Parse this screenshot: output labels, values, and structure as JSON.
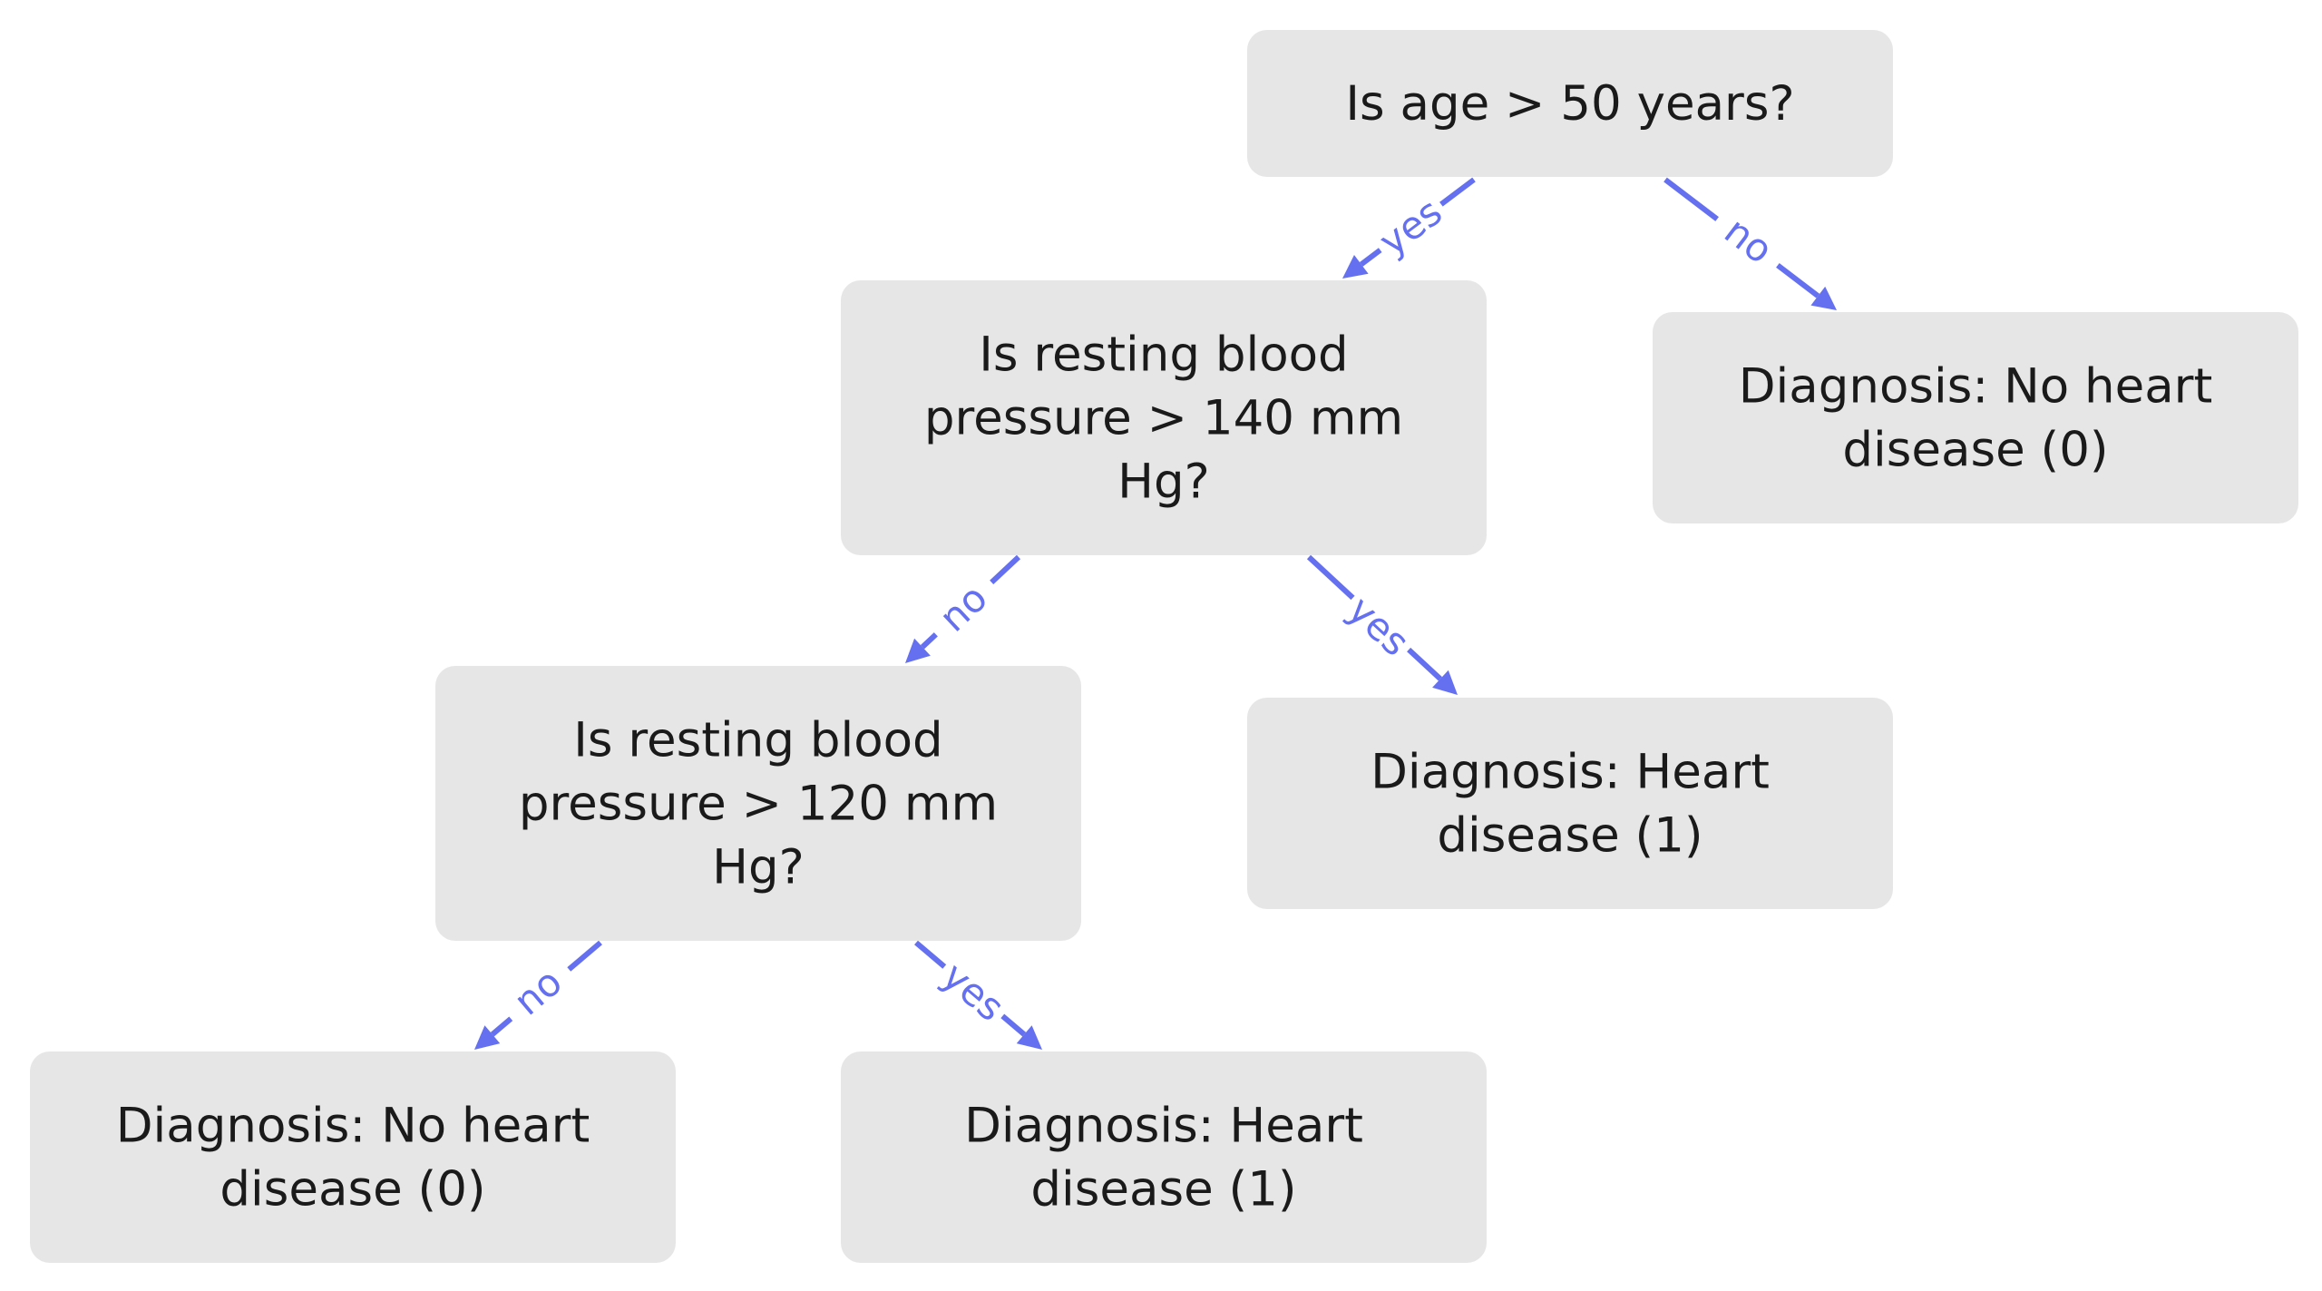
{
  "nodes": [
    {
      "id": "n1",
      "lines": [
        "Is age > 50 years?"
      ]
    },
    {
      "id": "n2",
      "lines": [
        "Is resting blood",
        "pressure > 140 mm",
        "Hg?"
      ]
    },
    {
      "id": "n3",
      "lines": [
        "Diagnosis: No heart",
        "disease (0)"
      ]
    },
    {
      "id": "n4",
      "lines": [
        "Is resting blood",
        "pressure > 120 mm",
        "Hg?"
      ]
    },
    {
      "id": "n5",
      "lines": [
        "Diagnosis: Heart",
        "disease (1)"
      ]
    },
    {
      "id": "n6",
      "lines": [
        "Diagnosis: No heart",
        "disease (0)"
      ]
    },
    {
      "id": "n7",
      "lines": [
        "Diagnosis: Heart",
        "disease (1)"
      ]
    }
  ],
  "edges": [
    {
      "from": "n1",
      "to": "n2",
      "label": "yes"
    },
    {
      "from": "n1",
      "to": "n3",
      "label": "no"
    },
    {
      "from": "n2",
      "to": "n4",
      "label": "no"
    },
    {
      "from": "n2",
      "to": "n5",
      "label": "yes"
    },
    {
      "from": "n4",
      "to": "n6",
      "label": "no"
    },
    {
      "from": "n4",
      "to": "n7",
      "label": "yes"
    }
  ],
  "colors": {
    "node_fill": "#e6e6e6",
    "edge": "#6470ef",
    "text": "#1a1a1a"
  }
}
